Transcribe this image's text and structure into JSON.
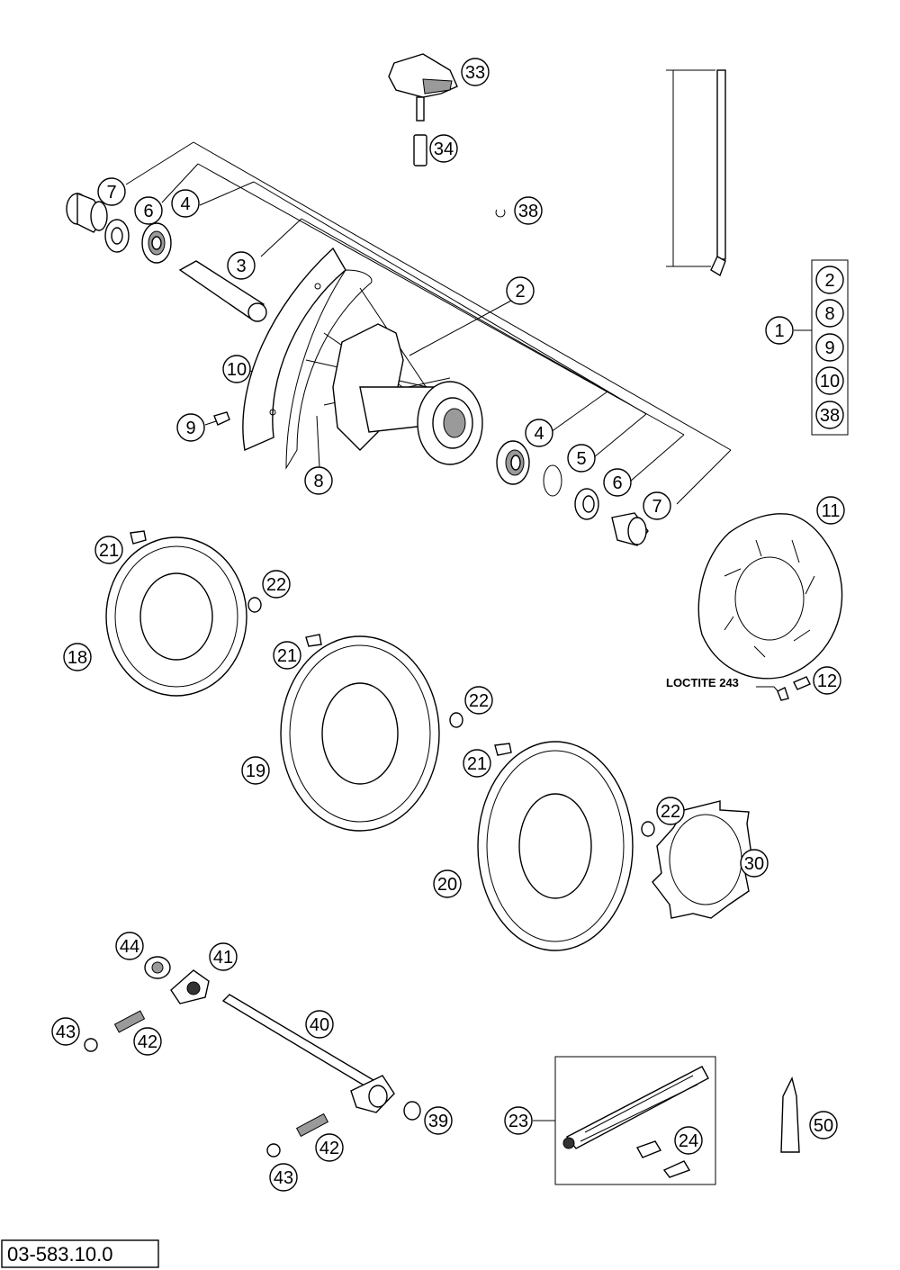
{
  "diagram": {
    "drawing_number": "03-583.10.0",
    "loctite_label": "LOCTITE 243",
    "callouts": {
      "c33": "33",
      "c34": "34",
      "c38": "38",
      "c7a": "7",
      "c6a": "6",
      "c4a": "4",
      "c3": "3",
      "c2": "2",
      "c10": "10",
      "c9": "9",
      "c8": "8",
      "c4b": "4",
      "c5": "5",
      "c6b": "6",
      "c7b": "7",
      "kit1": "1",
      "kit2": "2",
      "kit8": "8",
      "kit9": "9",
      "kit10": "10",
      "kit38": "38",
      "c11": "11",
      "c12": "12",
      "c21a": "21",
      "c22a": "22",
      "c18": "18",
      "c21b": "21",
      "c22b": "22",
      "c19": "19",
      "c21c": "21",
      "c22c": "22",
      "c20": "20",
      "c30": "30",
      "c44": "44",
      "c41": "41",
      "c43a": "43",
      "c42a": "42",
      "c40": "40",
      "c39": "39",
      "c42b": "42",
      "c43b": "43",
      "c23": "23",
      "c24": "24",
      "c50": "50"
    }
  }
}
